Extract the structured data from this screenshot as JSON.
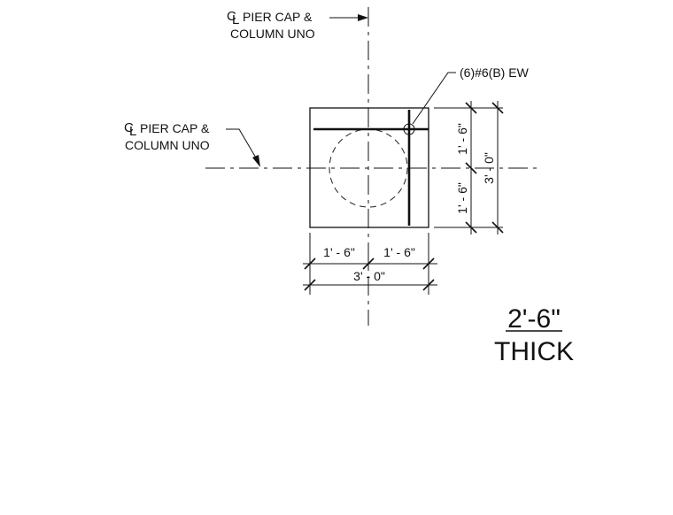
{
  "callouts": {
    "top_cl_line1": "PIER CAP &",
    "top_cl_line2": "COLUMN UNO",
    "left_cl_line1": "PIER CAP &",
    "left_cl_line2": "COLUMN UNO",
    "rebar": "(6)#6(B) EW"
  },
  "dimensions": {
    "bottom_left": "1' - 6\"",
    "bottom_right": "1' - 6\"",
    "bottom_total": "3' - 0\"",
    "right_upper": "1' - 6\"",
    "right_lower": "1' - 6\"",
    "right_total": "3' - 0\""
  },
  "thickness": {
    "value": "2'-6\"",
    "label": "THICK"
  },
  "colors": {
    "line": "#111111",
    "background": "#ffffff"
  }
}
